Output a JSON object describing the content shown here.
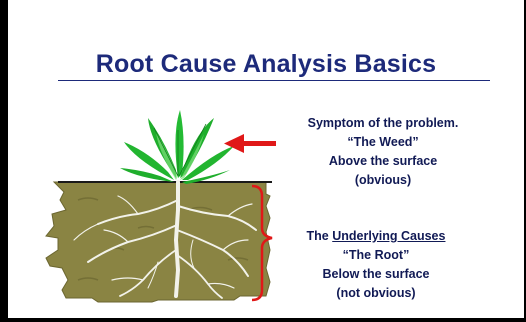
{
  "title": "Root Cause Analysis Basics",
  "symptom": {
    "line1": "Symptom of the problem.",
    "line2": "“The Weed”",
    "line3": "Above the surface",
    "line4": "(obvious)"
  },
  "cause": {
    "prefix": "The ",
    "underlined": "Underlying Causes",
    "line2": "“The Root”",
    "line3": "Below the surface",
    "line4": "(not obvious)"
  },
  "colors": {
    "title": "#1d2a7a",
    "label_text": "#111a55",
    "arrow": "#e01818",
    "bracket": "#e01818",
    "soil": "#8a8443",
    "soil_dark": "#6b6630",
    "weed_leaf": "#1fae2c",
    "weed_leaf_light": "#7de07a",
    "root": "#f2f2ea"
  },
  "icons": {
    "arrow": "left-pointing-arrow-icon",
    "bracket": "curly-brace-icon",
    "weed": "weed-plant-icon"
  }
}
